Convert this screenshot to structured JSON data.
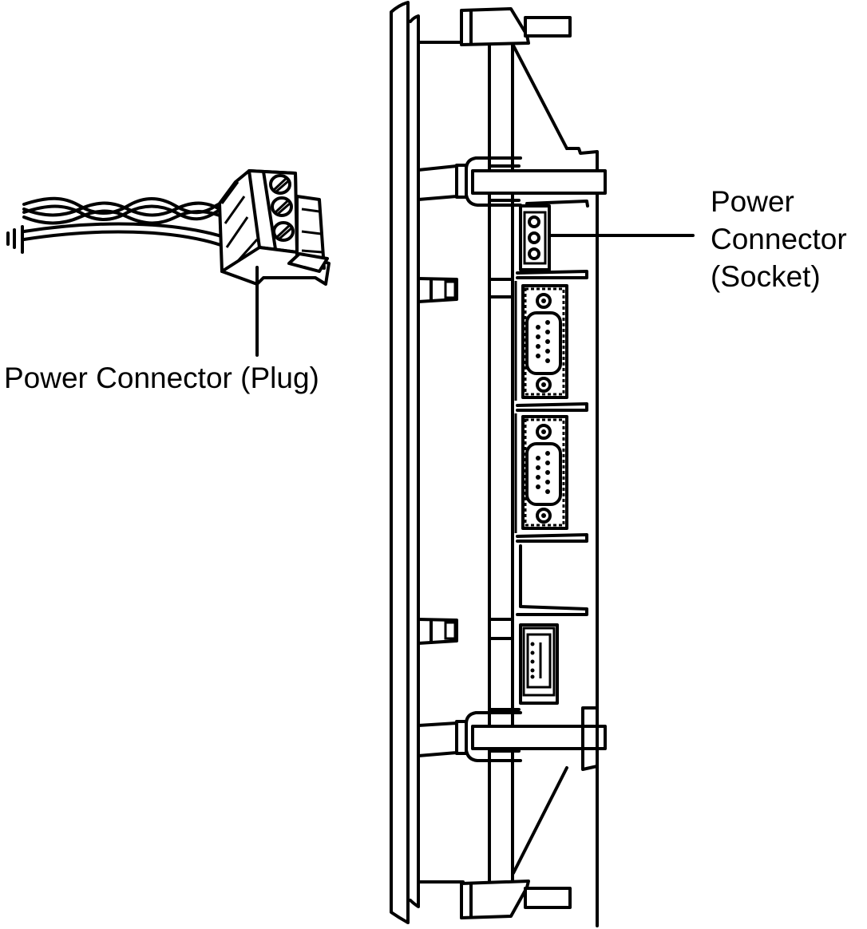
{
  "figure": {
    "title": "Power connector location, side view of operator panel",
    "colors": {
      "line": "#000000",
      "background": "#ffffff"
    }
  },
  "labels": {
    "plug": "Power Connector (Plug)",
    "socket_line1": "Power",
    "socket_line2": "Connector",
    "socket_line3": "(Socket)"
  },
  "components": {
    "plug": {
      "name": "power-connector-plug",
      "screw_terminals": 3,
      "wires": 3,
      "ground_symbol": true
    },
    "socket": {
      "name": "power-connector-socket",
      "pins": 3
    },
    "serial_ports": [
      {
        "name": "db9-port-1",
        "pins": 9
      },
      {
        "name": "db9-port-2",
        "pins": 9
      }
    ],
    "usb_port": {
      "name": "usb-port"
    },
    "mounting_clips": 2
  }
}
